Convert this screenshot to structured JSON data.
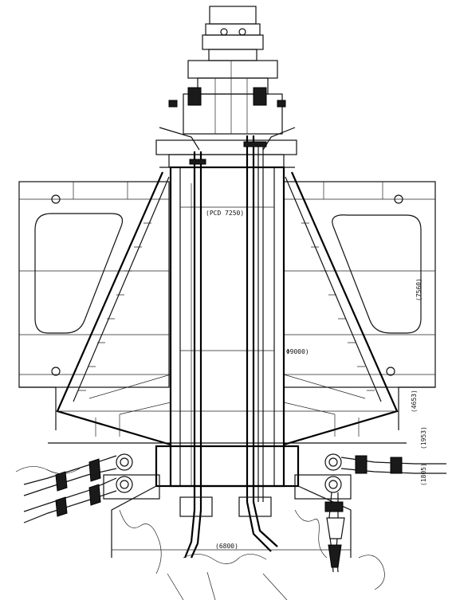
{
  "dimensions": {
    "pcd": "(PCD 7250)",
    "dia_9000": "(Φ9000)",
    "h_7560": "(7560)",
    "h_4653": "(4653)",
    "h_1953": "(1953)",
    "h_1805": "(1805)",
    "w_6800": "(6800)"
  },
  "colors": {
    "line": "#111111",
    "background": "#ffffff"
  }
}
